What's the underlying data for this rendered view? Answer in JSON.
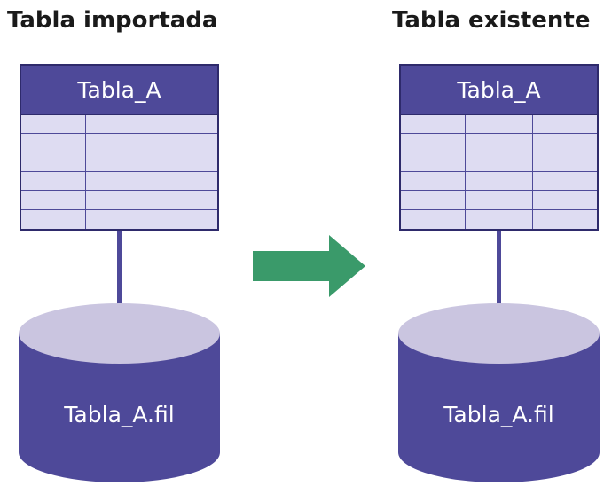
{
  "headings": {
    "left": "Tabla importada",
    "right": "Tabla existente"
  },
  "tables": {
    "left": {
      "title": "Tabla_A"
    },
    "right": {
      "title": "Tabla_A"
    }
  },
  "databases": {
    "left": {
      "label": "Tabla_A.fil"
    },
    "right": {
      "label": "Tabla_A.fil"
    }
  },
  "grid": {
    "rows": 6,
    "cols": 3
  },
  "colors": {
    "header_fill": "#4e4999",
    "outline": "#2e2a6b",
    "cell_fill": "#dedcf2",
    "cylinder_top": "#cac5e0",
    "arrow": "#3a9a6a"
  },
  "arrow_icon": "arrow-right-icon"
}
